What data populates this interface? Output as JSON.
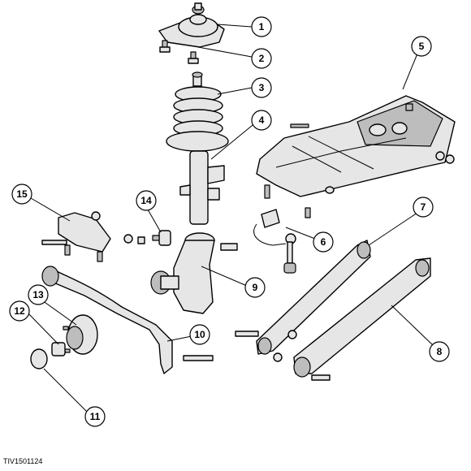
{
  "figure_code": "TIV1501124",
  "callouts": [
    {
      "number": "1"
    },
    {
      "number": "2"
    },
    {
      "number": "3"
    },
    {
      "number": "4"
    },
    {
      "number": "5"
    },
    {
      "number": "6"
    },
    {
      "number": "7"
    },
    {
      "number": "8"
    },
    {
      "number": "9"
    },
    {
      "number": "10"
    },
    {
      "number": "11"
    },
    {
      "number": "12"
    },
    {
      "number": "13"
    },
    {
      "number": "14"
    },
    {
      "number": "15"
    }
  ]
}
